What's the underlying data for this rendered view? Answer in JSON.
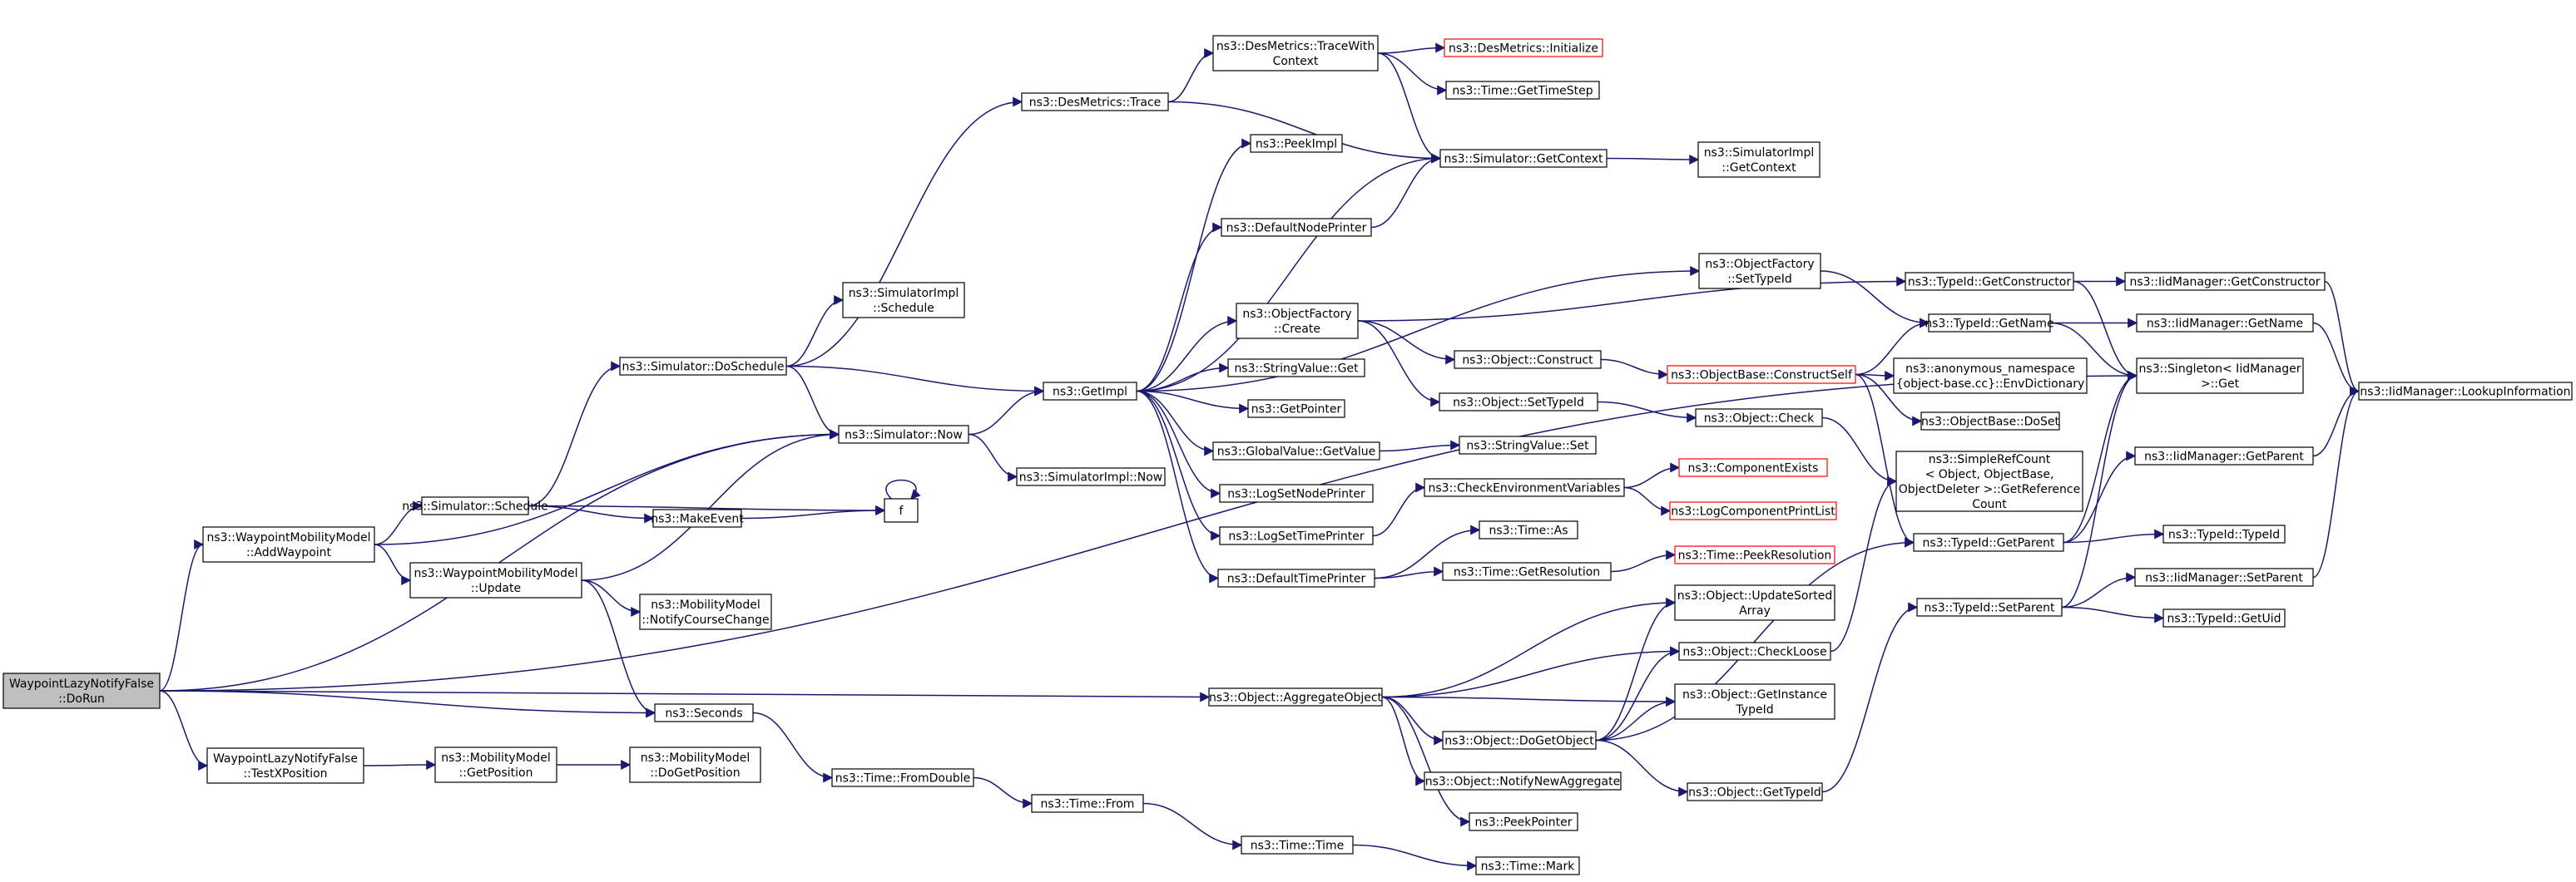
{
  "colors": {
    "edge": "#191970",
    "node_border": "#000000",
    "missing_border": "#ff0000",
    "root_fill": "#bfbfbf",
    "node_fill": "#ffffff"
  },
  "nodes": [
    {
      "id": "root",
      "lines": [
        "WaypointLazyNotifyFalse",
        "::DoRun"
      ],
      "kind": "root"
    },
    {
      "id": "wmm_add",
      "lines": [
        "ns3::WaypointMobilityModel",
        "::AddWaypoint"
      ]
    },
    {
      "id": "wmm_update",
      "lines": [
        "ns3::WaypointMobilityModel",
        "::Update"
      ]
    },
    {
      "id": "testx",
      "lines": [
        "WaypointLazyNotifyFalse",
        "::TestXPosition"
      ]
    },
    {
      "id": "sim_schedule",
      "lines": [
        "ns3::Simulator::Schedule"
      ]
    },
    {
      "id": "makeevent",
      "lines": [
        "ns3::MakeEvent"
      ]
    },
    {
      "id": "f",
      "lines": [
        "f"
      ]
    },
    {
      "id": "mm_notify",
      "lines": [
        "ns3::MobilityModel",
        "::NotifyCourseChange"
      ]
    },
    {
      "id": "seconds",
      "lines": [
        "ns3::Seconds"
      ]
    },
    {
      "id": "mm_getpos",
      "lines": [
        "ns3::MobilityModel",
        "::GetPosition"
      ]
    },
    {
      "id": "mm_dogetpos",
      "lines": [
        "ns3::MobilityModel",
        "::DoGetPosition"
      ]
    },
    {
      "id": "sim_doschedule",
      "lines": [
        "ns3::Simulator::DoSchedule"
      ]
    },
    {
      "id": "simimpl_schedule",
      "lines": [
        "ns3::SimulatorImpl",
        "::Schedule"
      ]
    },
    {
      "id": "sim_now",
      "lines": [
        "ns3::Simulator::Now"
      ]
    },
    {
      "id": "simimpl_now",
      "lines": [
        "ns3::SimulatorImpl::Now"
      ]
    },
    {
      "id": "time_fromdouble",
      "lines": [
        "ns3::Time::FromDouble"
      ]
    },
    {
      "id": "time_from",
      "lines": [
        "ns3::Time::From"
      ]
    },
    {
      "id": "time_time",
      "lines": [
        "ns3::Time::Time"
      ]
    },
    {
      "id": "time_mark",
      "lines": [
        "ns3::Time::Mark"
      ]
    },
    {
      "id": "desm_trace",
      "lines": [
        "ns3::DesMetrics::Trace"
      ]
    },
    {
      "id": "desm_tracectx",
      "lines": [
        "ns3::DesMetrics::TraceWith",
        "Context"
      ]
    },
    {
      "id": "desm_init",
      "lines": [
        "ns3::DesMetrics::Initialize"
      ],
      "kind": "missing"
    },
    {
      "id": "time_gettimestep",
      "lines": [
        "ns3::Time::GetTimeStep"
      ]
    },
    {
      "id": "peekimpl",
      "lines": [
        "ns3::PeekImpl"
      ]
    },
    {
      "id": "sim_getcontext",
      "lines": [
        "ns3::Simulator::GetContext"
      ]
    },
    {
      "id": "simimpl_getcontext",
      "lines": [
        "ns3::SimulatorImpl",
        "::GetContext"
      ]
    },
    {
      "id": "defaultnodeprinter",
      "lines": [
        "ns3::DefaultNodePrinter"
      ]
    },
    {
      "id": "getimpl",
      "lines": [
        "ns3::GetImpl"
      ]
    },
    {
      "id": "of_create",
      "lines": [
        "ns3::ObjectFactory",
        "::Create"
      ]
    },
    {
      "id": "of_settypeid",
      "lines": [
        "ns3::ObjectFactory",
        "::SetTypeId"
      ]
    },
    {
      "id": "stringvalue_get",
      "lines": [
        "ns3::StringValue::Get"
      ]
    },
    {
      "id": "getpointer",
      "lines": [
        "ns3::GetPointer"
      ]
    },
    {
      "id": "globalvalue_getvalue",
      "lines": [
        "ns3::GlobalValue::GetValue"
      ]
    },
    {
      "id": "stringvalue_set",
      "lines": [
        "ns3::StringValue::Set"
      ]
    },
    {
      "id": "logsetnodeprinter",
      "lines": [
        "ns3::LogSetNodePrinter"
      ]
    },
    {
      "id": "logsettimeprinter",
      "lines": [
        "ns3::LogSetTimePrinter"
      ]
    },
    {
      "id": "defaulttimeprinter",
      "lines": [
        "ns3::DefaultTimePrinter"
      ]
    },
    {
      "id": "obj_construct",
      "lines": [
        "ns3::Object::Construct"
      ]
    },
    {
      "id": "obj_settypeid",
      "lines": [
        "ns3::Object::SetTypeId"
      ]
    },
    {
      "id": "objbase_constructself",
      "lines": [
        "ns3::ObjectBase::ConstructSelf"
      ],
      "kind": "missing"
    },
    {
      "id": "anon_envdict",
      "lines": [
        "ns3::anonymous_namespace",
        "{object-base.cc}::EnvDictionary"
      ]
    },
    {
      "id": "objbase_doset",
      "lines": [
        "ns3::ObjectBase::DoSet"
      ]
    },
    {
      "id": "obj_check",
      "lines": [
        "ns3::Object::Check"
      ]
    },
    {
      "id": "simplerefcount",
      "lines": [
        "ns3::SimpleRefCount",
        "< Object, ObjectBase,",
        "ObjectDeleter >::GetReference",
        "Count"
      ]
    },
    {
      "id": "checkenvvars",
      "lines": [
        "ns3::CheckEnvironmentVariables"
      ]
    },
    {
      "id": "componentexists",
      "lines": [
        "ns3::ComponentExists"
      ],
      "kind": "missing"
    },
    {
      "id": "logcomponentprintlist",
      "lines": [
        "ns3::LogComponentPrintList"
      ],
      "kind": "missing"
    },
    {
      "id": "time_as",
      "lines": [
        "ns3::Time::As"
      ]
    },
    {
      "id": "time_getresolution",
      "lines": [
        "ns3::Time::GetResolution"
      ]
    },
    {
      "id": "time_peekresolution",
      "lines": [
        "ns3::Time::PeekResolution"
      ],
      "kind": "missing"
    },
    {
      "id": "obj_aggregate",
      "lines": [
        "ns3::Object::AggregateObject"
      ]
    },
    {
      "id": "obj_updatesorted",
      "lines": [
        "ns3::Object::UpdateSorted",
        "Array"
      ]
    },
    {
      "id": "obj_checkloose",
      "lines": [
        "ns3::Object::CheckLoose"
      ]
    },
    {
      "id": "obj_getinstancetypeid",
      "lines": [
        "ns3::Object::GetInstance",
        "TypeId"
      ]
    },
    {
      "id": "obj_dogetobject",
      "lines": [
        "ns3::Object::DoGetObject"
      ]
    },
    {
      "id": "obj_notifynewagg",
      "lines": [
        "ns3::Object::NotifyNewAggregate"
      ]
    },
    {
      "id": "peekpointer",
      "lines": [
        "ns3::PeekPointer"
      ]
    },
    {
      "id": "obj_gettypeid",
      "lines": [
        "ns3::Object::GetTypeId"
      ]
    },
    {
      "id": "typeid_getconstructor",
      "lines": [
        "ns3::TypeId::GetConstructor"
      ]
    },
    {
      "id": "typeid_getname",
      "lines": [
        "ns3::TypeId::GetName"
      ]
    },
    {
      "id": "typeid_getparent",
      "lines": [
        "ns3::TypeId::GetParent"
      ]
    },
    {
      "id": "typeid_setparent",
      "lines": [
        "ns3::TypeId::SetParent"
      ]
    },
    {
      "id": "iid_getconstructor",
      "lines": [
        "ns3::IidManager::GetConstructor"
      ]
    },
    {
      "id": "iid_getname",
      "lines": [
        "ns3::IidManager::GetName"
      ]
    },
    {
      "id": "singleton_get",
      "lines": [
        "ns3::Singleton< IidManager",
        ">::Get"
      ]
    },
    {
      "id": "iid_getparent",
      "lines": [
        "ns3::IidManager::GetParent"
      ]
    },
    {
      "id": "typeid_typeid",
      "lines": [
        "ns3::TypeId::TypeId"
      ]
    },
    {
      "id": "iid_setparent",
      "lines": [
        "ns3::IidManager::SetParent"
      ]
    },
    {
      "id": "typeid_getuid",
      "lines": [
        "ns3::TypeId::GetUid"
      ]
    },
    {
      "id": "iid_lookupinfo",
      "lines": [
        "ns3::IidManager::LookupInformation"
      ]
    }
  ],
  "edges": [
    [
      "root",
      "wmm_add"
    ],
    [
      "root",
      "sim_now"
    ],
    [
      "root",
      "obj_aggregate"
    ],
    [
      "root",
      "seconds"
    ],
    [
      "root",
      "testx"
    ],
    [
      "root",
      "singleton_get"
    ],
    [
      "wmm_add",
      "sim_now"
    ],
    [
      "wmm_add",
      "sim_schedule"
    ],
    [
      "wmm_add",
      "wmm_update"
    ],
    [
      "sim_schedule",
      "sim_doschedule"
    ],
    [
      "sim_schedule",
      "makeevent"
    ],
    [
      "sim_schedule",
      "f"
    ],
    [
      "makeevent",
      "f"
    ],
    [
      "f",
      "f"
    ],
    [
      "wmm_update",
      "sim_now"
    ],
    [
      "wmm_update",
      "mm_notify"
    ],
    [
      "wmm_update",
      "seconds"
    ],
    [
      "testx",
      "mm_getpos"
    ],
    [
      "mm_getpos",
      "mm_dogetpos"
    ],
    [
      "seconds",
      "time_fromdouble"
    ],
    [
      "time_fromdouble",
      "time_from"
    ],
    [
      "time_from",
      "time_time"
    ],
    [
      "time_time",
      "time_mark"
    ],
    [
      "sim_doschedule",
      "simimpl_schedule"
    ],
    [
      "sim_doschedule",
      "desm_trace"
    ],
    [
      "sim_doschedule",
      "getimpl"
    ],
    [
      "sim_doschedule",
      "sim_now"
    ],
    [
      "sim_now",
      "getimpl"
    ],
    [
      "sim_now",
      "simimpl_now"
    ],
    [
      "desm_trace",
      "desm_tracectx"
    ],
    [
      "desm_trace",
      "sim_getcontext"
    ],
    [
      "desm_tracectx",
      "desm_init"
    ],
    [
      "desm_tracectx",
      "time_gettimestep"
    ],
    [
      "desm_tracectx",
      "sim_getcontext"
    ],
    [
      "sim_getcontext",
      "simimpl_getcontext"
    ],
    [
      "getimpl",
      "peekimpl"
    ],
    [
      "getimpl",
      "defaultnodeprinter"
    ],
    [
      "getimpl",
      "sim_getcontext"
    ],
    [
      "getimpl",
      "of_settypeid"
    ],
    [
      "getimpl",
      "of_create"
    ],
    [
      "getimpl",
      "stringvalue_get"
    ],
    [
      "getimpl",
      "getpointer"
    ],
    [
      "getimpl",
      "globalvalue_getvalue"
    ],
    [
      "getimpl",
      "logsetnodeprinter"
    ],
    [
      "getimpl",
      "logsettimeprinter"
    ],
    [
      "getimpl",
      "defaulttimeprinter"
    ],
    [
      "defaultnodeprinter",
      "sim_getcontext"
    ],
    [
      "of_create",
      "obj_construct"
    ],
    [
      "of_create",
      "obj_settypeid"
    ],
    [
      "of_create",
      "typeid_getconstructor"
    ],
    [
      "of_settypeid",
      "typeid_getname"
    ],
    [
      "globalvalue_getvalue",
      "stringvalue_set"
    ],
    [
      "logsettimeprinter",
      "checkenvvars"
    ],
    [
      "checkenvvars",
      "componentexists"
    ],
    [
      "checkenvvars",
      "logcomponentprintlist"
    ],
    [
      "defaulttimeprinter",
      "time_as"
    ],
    [
      "defaulttimeprinter",
      "time_getresolution"
    ],
    [
      "time_getresolution",
      "time_peekresolution"
    ],
    [
      "obj_construct",
      "objbase_constructself"
    ],
    [
      "objbase_constructself",
      "typeid_getname"
    ],
    [
      "objbase_constructself",
      "anon_envdict"
    ],
    [
      "objbase_constructself",
      "objbase_doset"
    ],
    [
      "objbase_constructself",
      "typeid_getparent"
    ],
    [
      "obj_settypeid",
      "obj_check"
    ],
    [
      "obj_check",
      "simplerefcount"
    ],
    [
      "obj_aggregate",
      "obj_updatesorted"
    ],
    [
      "obj_aggregate",
      "obj_checkloose"
    ],
    [
      "obj_aggregate",
      "obj_getinstancetypeid"
    ],
    [
      "obj_aggregate",
      "obj_dogetobject"
    ],
    [
      "obj_aggregate",
      "obj_notifynewagg"
    ],
    [
      "obj_aggregate",
      "peekpointer"
    ],
    [
      "obj_dogetobject",
      "obj_updatesorted"
    ],
    [
      "obj_dogetobject",
      "obj_checkloose"
    ],
    [
      "obj_dogetobject",
      "obj_getinstancetypeid"
    ],
    [
      "obj_dogetobject",
      "obj_gettypeid"
    ],
    [
      "obj_dogetobject",
      "typeid_getparent"
    ],
    [
      "obj_checkloose",
      "simplerefcount"
    ],
    [
      "obj_gettypeid",
      "typeid_setparent"
    ],
    [
      "typeid_getconstructor",
      "iid_getconstructor"
    ],
    [
      "typeid_getconstructor",
      "singleton_get"
    ],
    [
      "typeid_getname",
      "iid_getname"
    ],
    [
      "typeid_getname",
      "singleton_get"
    ],
    [
      "typeid_getparent",
      "iid_getparent"
    ],
    [
      "typeid_getparent",
      "singleton_get"
    ],
    [
      "typeid_getparent",
      "typeid_typeid"
    ],
    [
      "typeid_setparent",
      "iid_setparent"
    ],
    [
      "typeid_setparent",
      "singleton_get"
    ],
    [
      "typeid_setparent",
      "typeid_getuid"
    ],
    [
      "iid_getconstructor",
      "iid_lookupinfo"
    ],
    [
      "iid_getname",
      "iid_lookupinfo"
    ],
    [
      "iid_getparent",
      "iid_lookupinfo"
    ],
    [
      "iid_setparent",
      "iid_lookupinfo"
    ]
  ]
}
